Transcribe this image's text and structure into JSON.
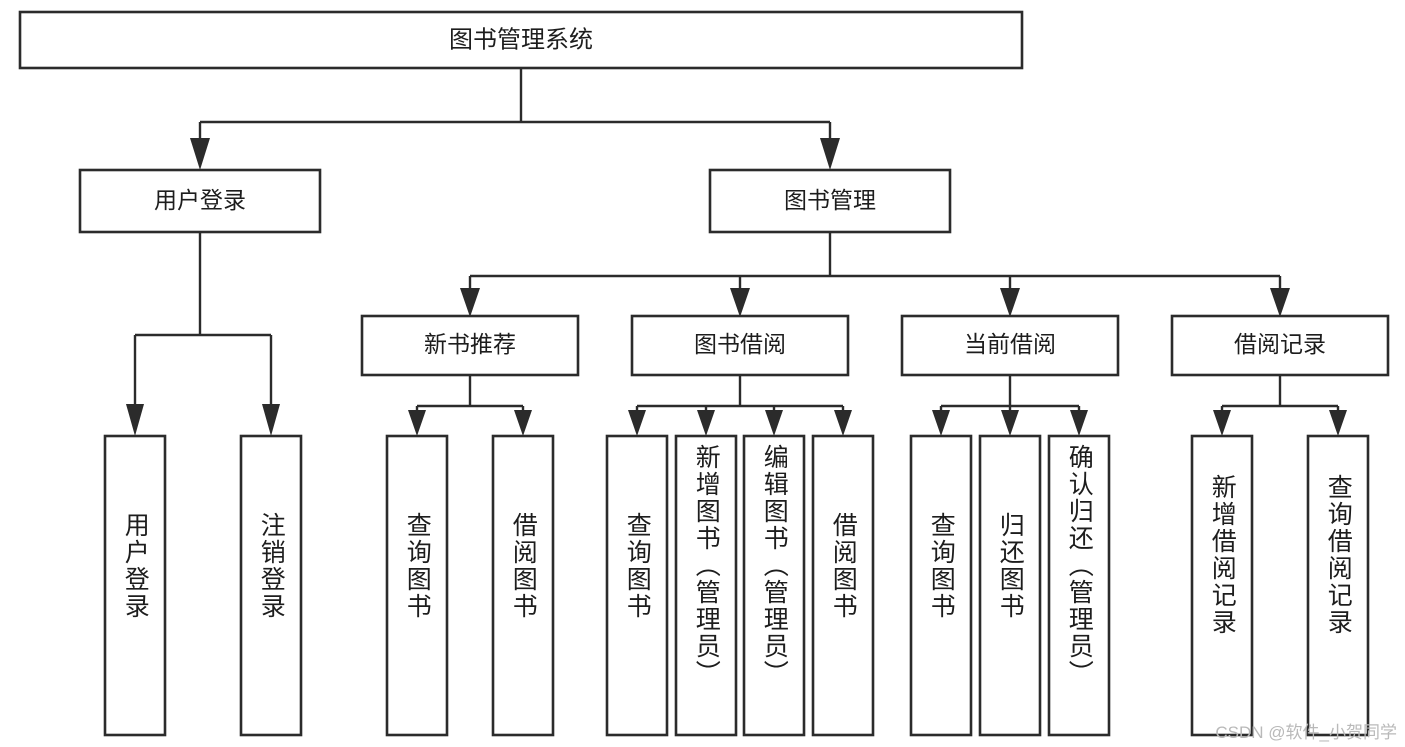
{
  "diagram": {
    "type": "tree-hierarchy",
    "title": "图书管理系统",
    "watermark": "CSDN @软件_小贺同学",
    "colors": {
      "stroke": "#2b2b2b",
      "fill": "#ffffff",
      "text": "#1d1d1d",
      "watermark": "#b9b9b9",
      "background": "#ffffff"
    },
    "root": {
      "label": "图书管理系统"
    },
    "level2": [
      {
        "label": "用户登录"
      },
      {
        "label": "图书管理"
      }
    ],
    "level3": [
      {
        "label": "新书推荐"
      },
      {
        "label": "图书借阅"
      },
      {
        "label": "当前借阅"
      },
      {
        "label": "借阅记录"
      }
    ],
    "leaves": {
      "user_login": [
        {
          "label": "用户登录"
        },
        {
          "label": "注销登录"
        }
      ],
      "new_book_recommend": [
        {
          "label": "查询图书"
        },
        {
          "label": "借阅图书"
        }
      ],
      "book_borrow": [
        {
          "label": "查询图书"
        },
        {
          "label": "新增图书（管理员）"
        },
        {
          "label": "编辑图书（管理员）"
        },
        {
          "label": "借阅图书"
        }
      ],
      "current_borrow": [
        {
          "label": "查询图书"
        },
        {
          "label": "归还图书"
        },
        {
          "label": "确认归还（管理员）"
        }
      ],
      "borrow_record": [
        {
          "label": "新增借阅记录"
        },
        {
          "label": "查询借阅记录"
        }
      ]
    }
  }
}
